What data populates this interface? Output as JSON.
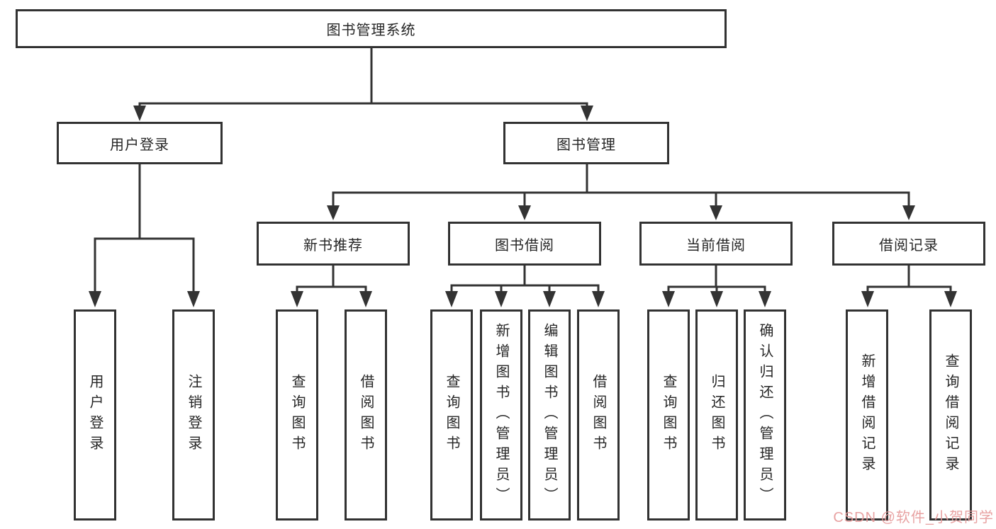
{
  "diagram": {
    "title_node": {
      "label": "图书管理系统"
    },
    "level2": [
      {
        "label": "用户登录"
      },
      {
        "label": "图书管理"
      }
    ],
    "level3": [
      {
        "label": "新书推荐",
        "parent": "图书管理"
      },
      {
        "label": "图书借阅",
        "parent": "图书管理"
      },
      {
        "label": "当前借阅",
        "parent": "图书管理"
      },
      {
        "label": "借阅记录",
        "parent": "图书管理"
      }
    ],
    "leaves": [
      {
        "label": "用户登录",
        "parent": "用户登录"
      },
      {
        "label": "注销登录",
        "parent": "用户登录"
      },
      {
        "label": "查询图书",
        "parent": "新书推荐"
      },
      {
        "label": "借阅图书",
        "parent": "新书推荐"
      },
      {
        "label": "查询图书",
        "parent": "图书借阅"
      },
      {
        "label": "新增图书（管理员）",
        "parent": "图书借阅"
      },
      {
        "label": "编辑图书（管理员）",
        "parent": "图书借阅"
      },
      {
        "label": "借阅图书",
        "parent": "图书借阅"
      },
      {
        "label": "查询图书",
        "parent": "当前借阅"
      },
      {
        "label": "归还图书",
        "parent": "当前借阅"
      },
      {
        "label": "确认归还（管理员）",
        "parent": "当前借阅"
      },
      {
        "label": "新增借阅记录",
        "parent": "借阅记录"
      },
      {
        "label": "查询借阅记录",
        "parent": "借阅记录"
      }
    ],
    "watermark": "CSDN @软件_小贺同学",
    "colors": {
      "line": "#333333",
      "box_border": "#323232",
      "text": "#262626",
      "watermark": "#e69a9a",
      "background": "#ffffff"
    }
  }
}
